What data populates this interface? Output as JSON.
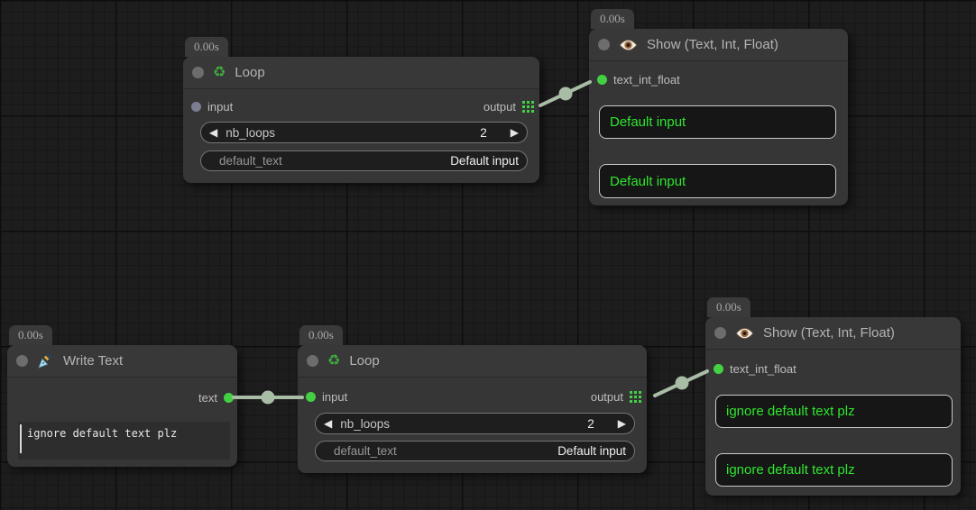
{
  "colors": {
    "bg": "#1d1d1d",
    "grid-line": "#161616",
    "grid-major": "#0e0e0e",
    "node-bg": "#363636",
    "header-bg": "#383838",
    "green": "#43d143",
    "value-green": "#2ee62e",
    "link": "#a9bda6",
    "port-gray": "#7d7d92",
    "widget-bg": "#1e1e1e",
    "widget-border": "#757575",
    "box-bg": "#161616",
    "box-border": "#c9c9c9"
  },
  "glyphs": {
    "left_arrow": "◀",
    "right_arrow": "▶",
    "recycle": "♻"
  },
  "nodes": {
    "loop_top": {
      "timer": "0.00s",
      "title": "Loop",
      "input_label": "input",
      "output_label": "output",
      "widgets": [
        {
          "label": "nb_loops",
          "value": "2"
        },
        {
          "label": "default_text",
          "value": "Default input"
        }
      ]
    },
    "show_top": {
      "timer": "0.00s",
      "title": "Show (Text, Int, Float)",
      "input_label": "text_int_float",
      "values": [
        "Default input",
        "Default input"
      ]
    },
    "write_text": {
      "timer": "0.00s",
      "title": "Write Text",
      "output_label": "text",
      "text_value": "ignore default text plz"
    },
    "loop_bottom": {
      "timer": "0.00s",
      "title": "Loop",
      "input_label": "input",
      "output_label": "output",
      "widgets": [
        {
          "label": "nb_loops",
          "value": "2"
        },
        {
          "label": "default_text",
          "value": "Default input"
        }
      ]
    },
    "show_bottom": {
      "timer": "0.00s",
      "title": "Show (Text, Int, Float)",
      "input_label": "text_int_float",
      "values": [
        "ignore default text plz",
        "ignore default text plz"
      ]
    }
  }
}
